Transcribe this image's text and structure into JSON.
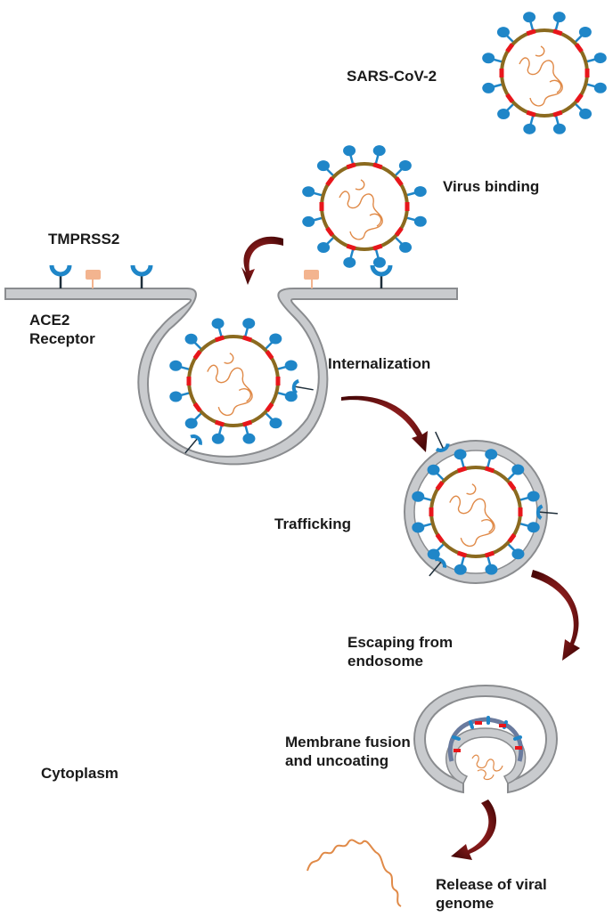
{
  "labels": {
    "sars_cov_2": "SARS-CoV-2",
    "virus_binding": "Virus binding",
    "tmprss2": "TMPRSS2",
    "ace2_receptor": "ACE2\nReceptor",
    "internalization": "Internalization",
    "trafficking": "Trafficking",
    "escaping": "Escaping from\nendosome",
    "membrane_fusion": "Membrane fusion\nand uncoating",
    "cytoplasm": "Cytoplasm",
    "release": "Release of viral\ngenome"
  },
  "colors": {
    "membrane_fill": "#c9cbce",
    "membrane_stroke": "#8a8c8f",
    "envelope": "#8b6a1f",
    "spike": "#1f86c8",
    "envelope_protein": "#e8161b",
    "genome": "#e08a48",
    "tmprss2": "#f3b48f",
    "receptor_stalk": "#1e2e3a",
    "arrow": "#6b0f0f"
  },
  "icons": [
    "virus-icon",
    "ace2-receptor-icon",
    "tmprss2-icon",
    "curved-arrow-icon",
    "rna-genome-icon"
  ]
}
